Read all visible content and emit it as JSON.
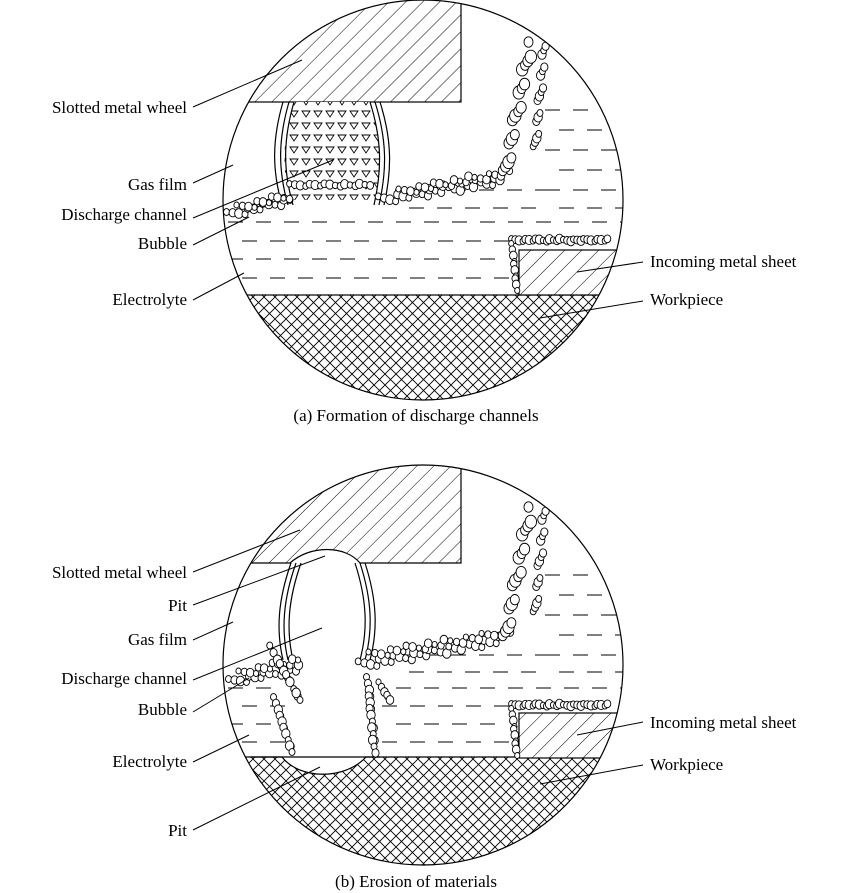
{
  "panels": [
    {
      "id": "a",
      "caption": "(a) Formation of discharge channels",
      "labels": {
        "wheel": "Slotted metal wheel",
        "gas_film": "Gas film",
        "discharge_channel": "Discharge channel",
        "bubble": "Bubble",
        "electrolyte": "Electrolyte",
        "incoming_sheet": "Incoming metal sheet",
        "workpiece": "Workpiece"
      }
    },
    {
      "id": "b",
      "caption": "(b) Erosion of materials",
      "labels": {
        "wheel": "Slotted metal wheel",
        "pit_top": "Pit",
        "gas_film": "Gas film",
        "discharge_channel": "Discharge channel",
        "bubble": "Bubble",
        "electrolyte": "Electrolyte",
        "pit_bottom": "Pit",
        "incoming_sheet": "Incoming metal sheet",
        "workpiece": "Workpiece"
      }
    }
  ]
}
